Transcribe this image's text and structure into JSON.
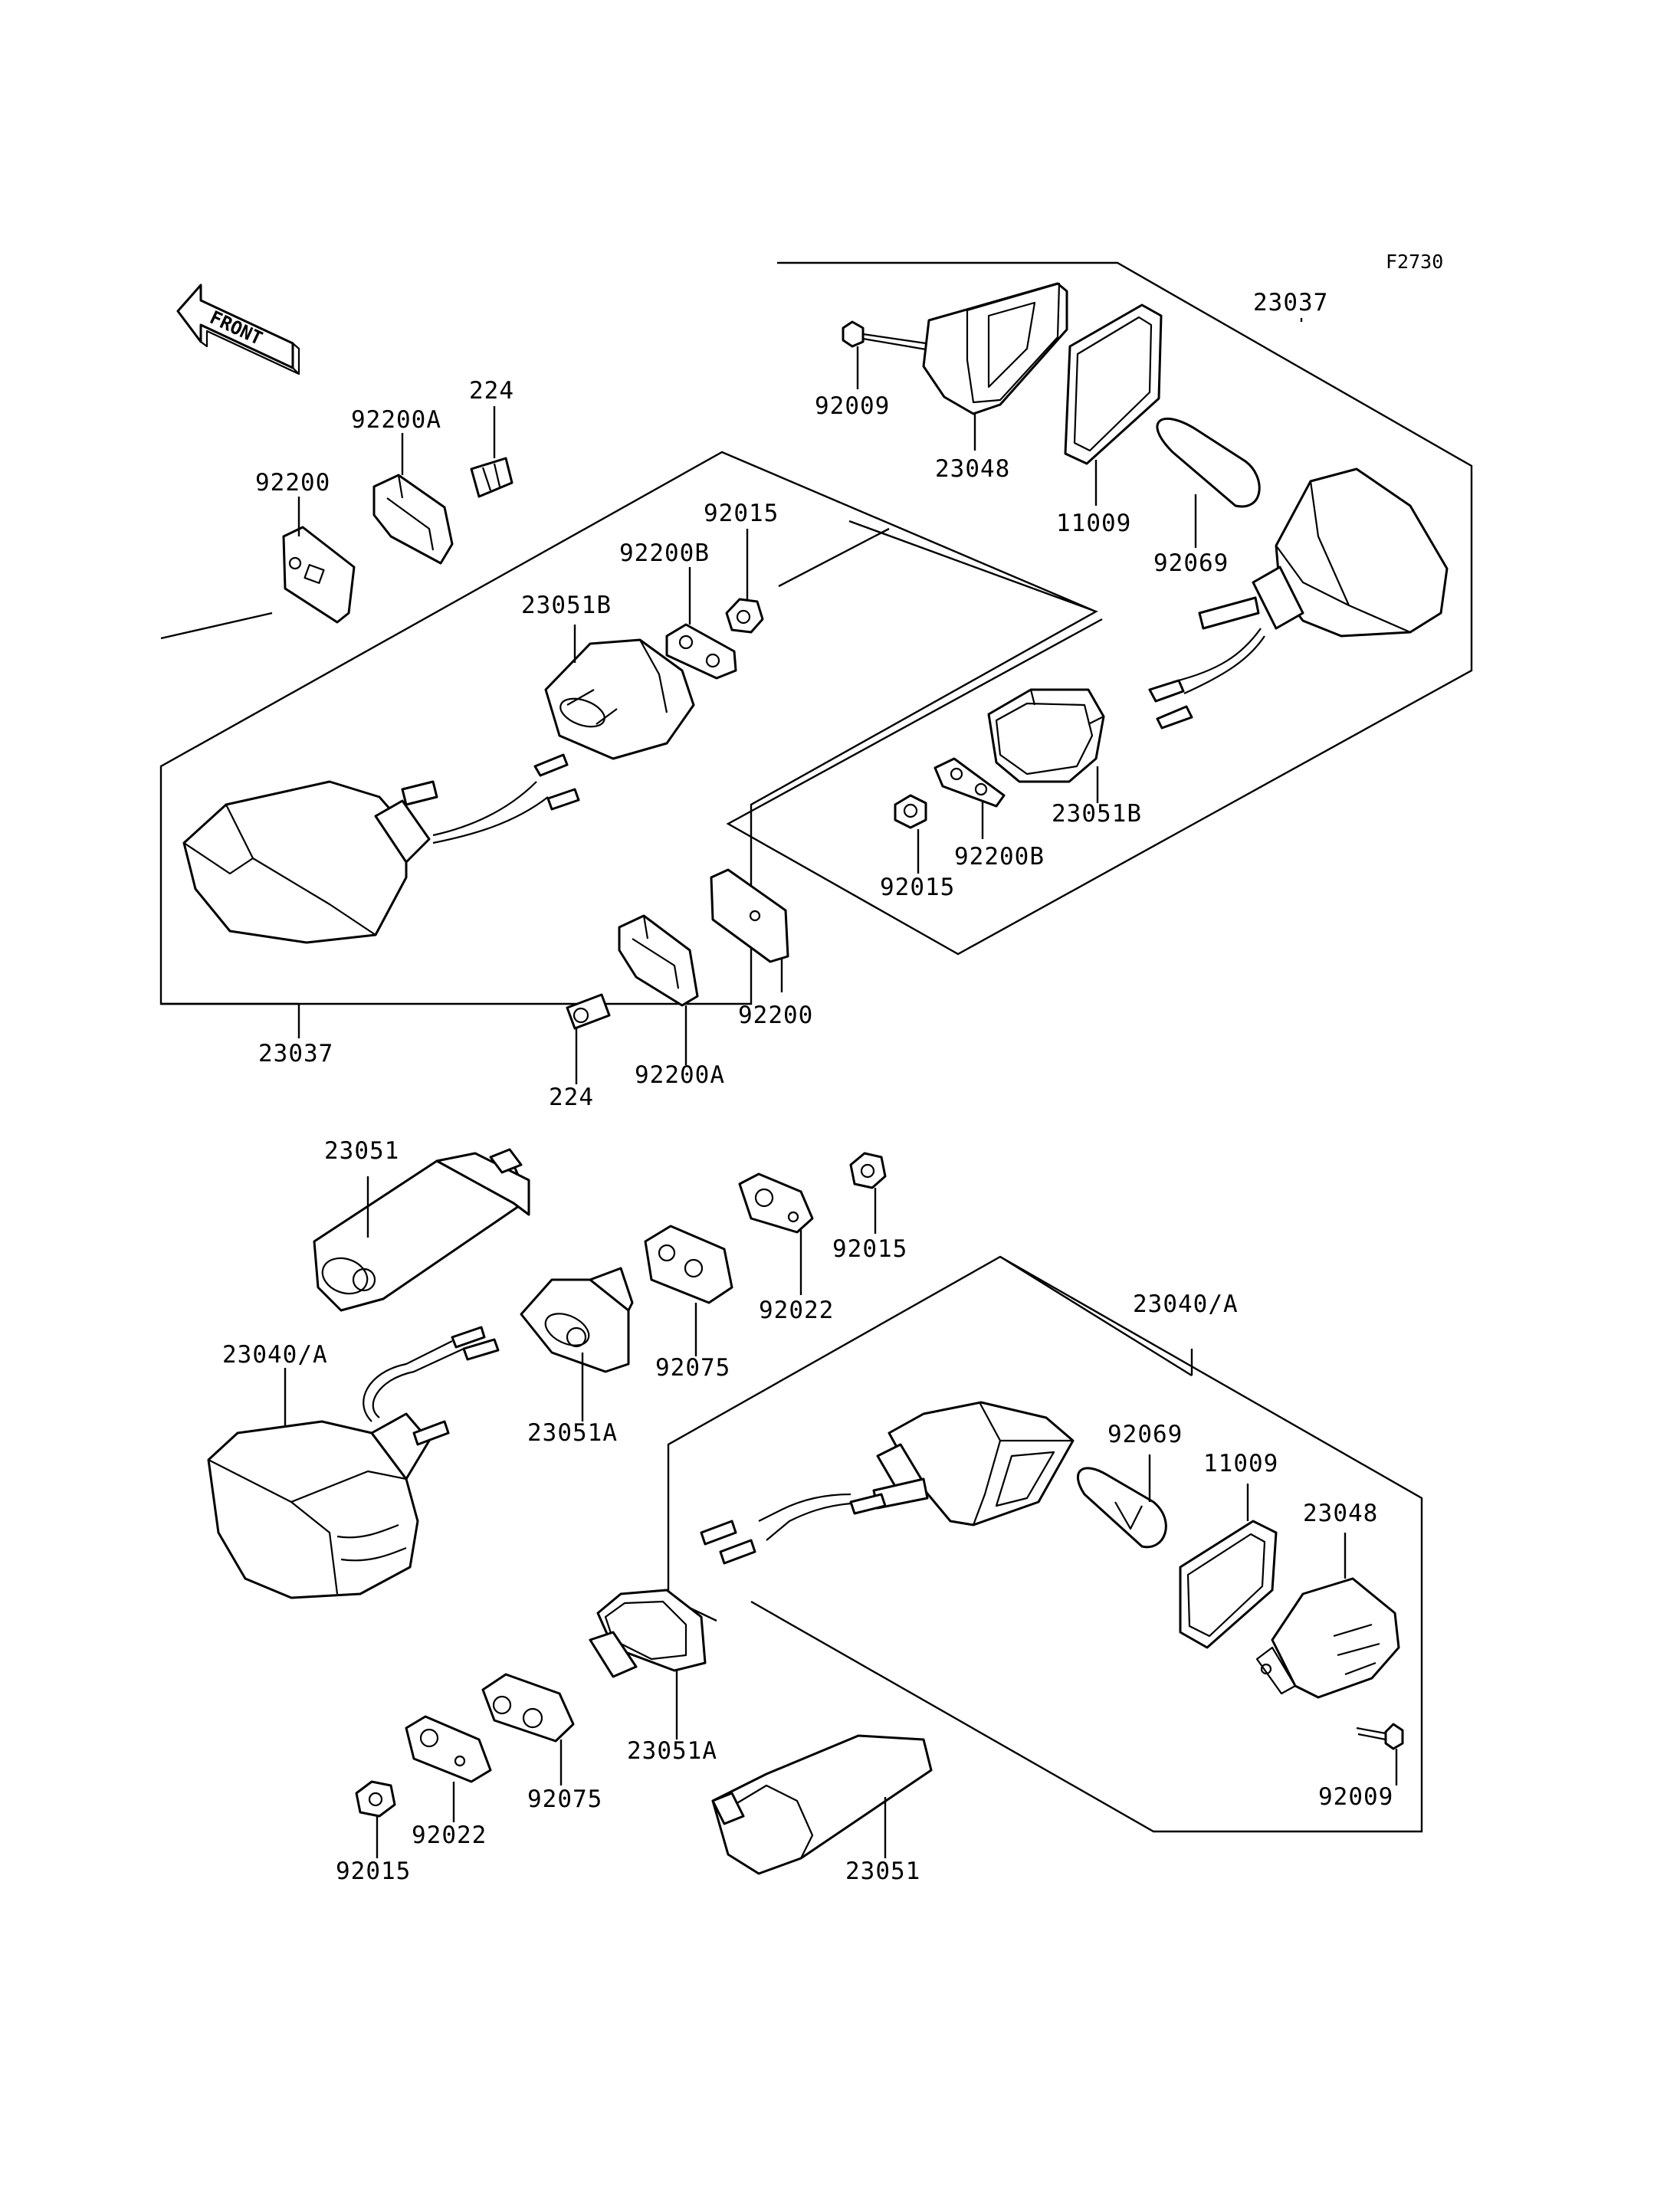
{
  "figure_code": "F2730",
  "front_label": "FRONT",
  "callouts": [
    "23037",
    "92009",
    "23048",
    "11009",
    "92069",
    "23051B",
    "92200B",
    "92015",
    "224",
    "92200A",
    "92200",
    "23037",
    "23051B",
    "92200B",
    "92015",
    "92200",
    "92200A",
    "224",
    "23051",
    "92015",
    "92022",
    "92075",
    "23040/A",
    "23051A",
    "23040/A",
    "92069",
    "11009",
    "23048",
    "92009",
    "23051A",
    "92075",
    "92022",
    "92015",
    "23051"
  ]
}
